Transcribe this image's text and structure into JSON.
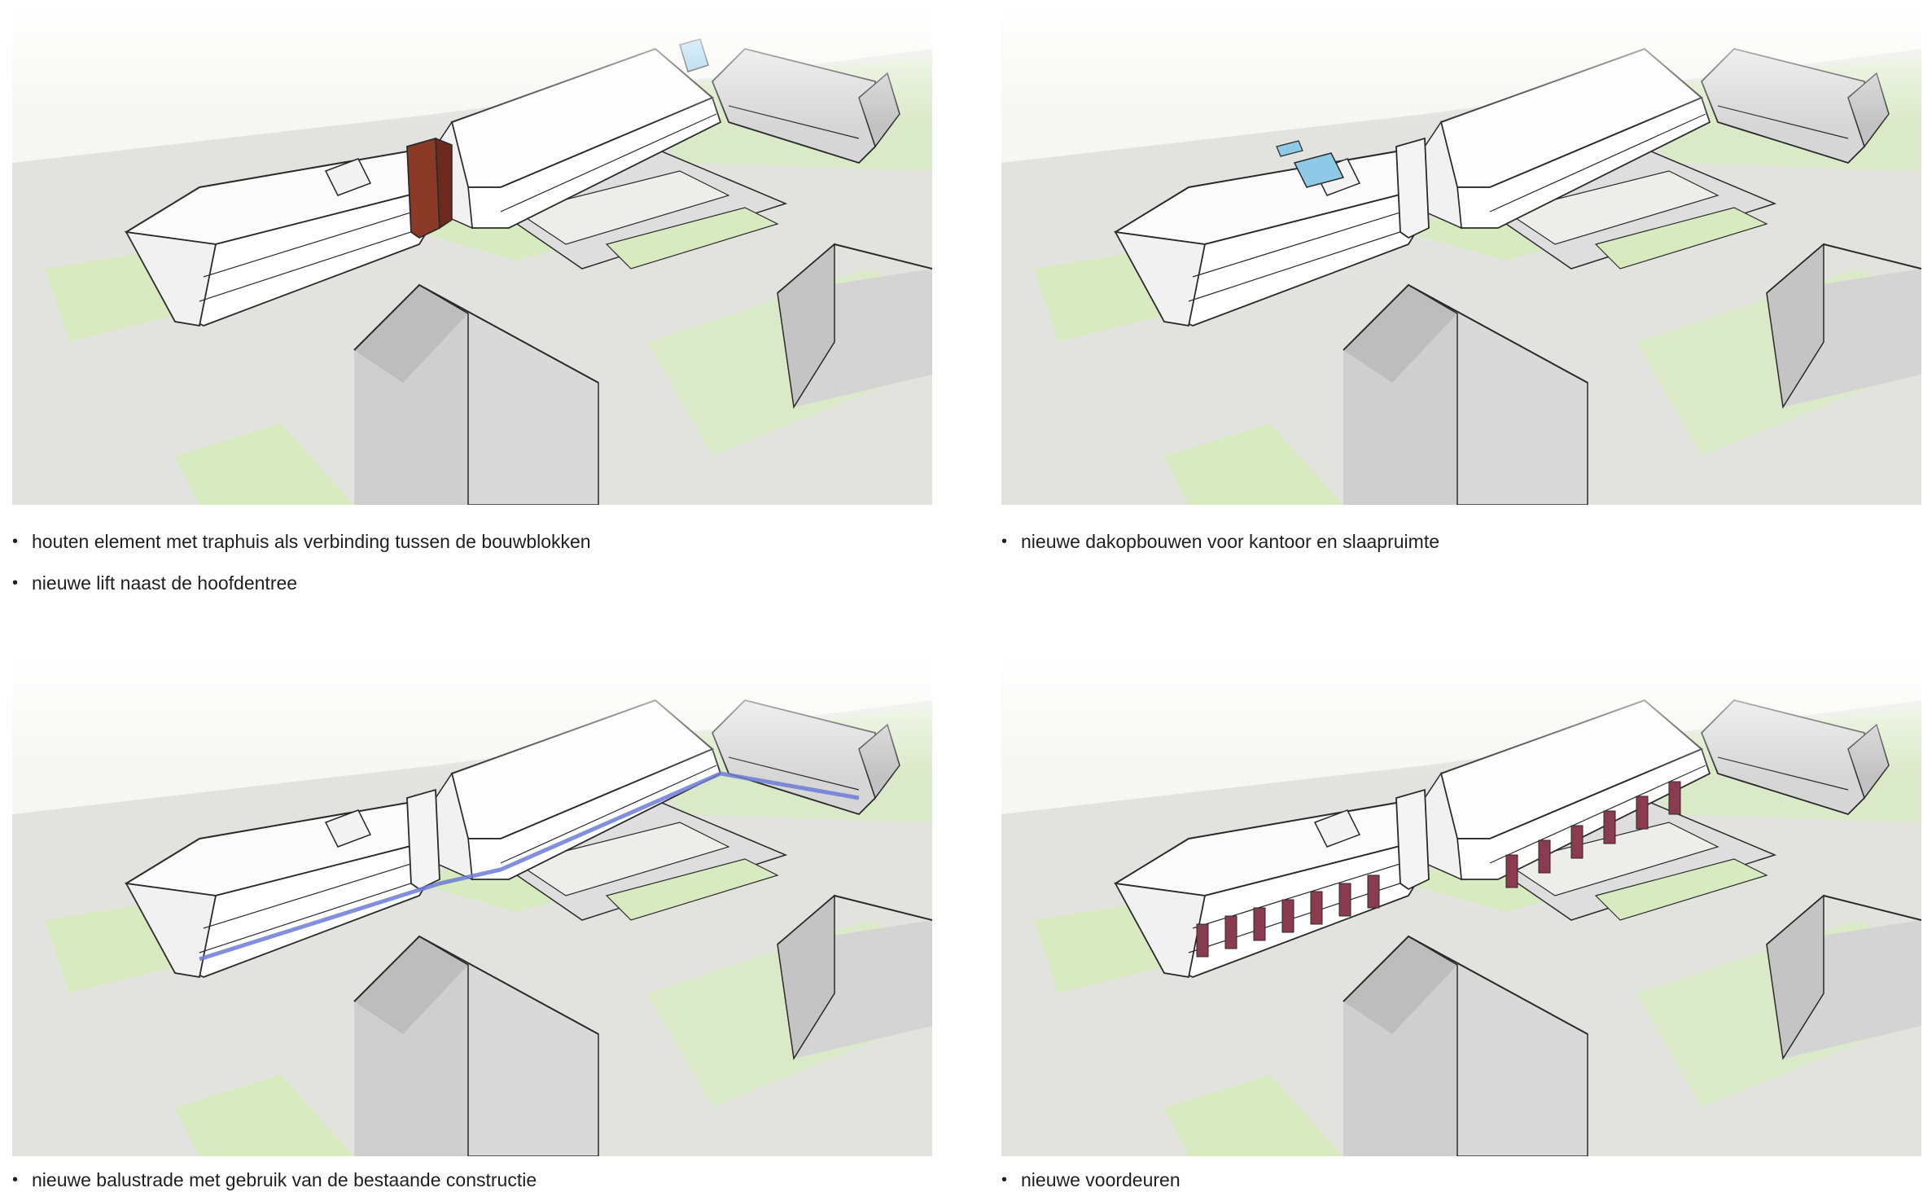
{
  "panels": [
    {
      "captions": [
        "houten element met traphuis als verbinding tussen de bouwblokken",
        "nieuwe lift naast de hoofdentree"
      ],
      "highlight": "stair-tower",
      "highlight_color": "#8b3a28",
      "accent_color": "#8ec9e8"
    },
    {
      "captions": [
        "nieuwe dakopbouwen voor kantoor en slaapruimte"
      ],
      "highlight": "dormers",
      "highlight_color": "#8ec9e8"
    },
    {
      "captions": [
        "nieuwe balustrade met gebruik van de bestaande constructie"
      ],
      "highlight": "balustrade",
      "highlight_color": "#6b7bd6"
    },
    {
      "captions": [
        "nieuwe voordeuren"
      ],
      "highlight": "doors",
      "highlight_color": "#8a3b4f"
    }
  ],
  "colors": {
    "grass": "#d8ebc0",
    "paving": "#e2e2de",
    "shadow_building": "#cfcfcf",
    "line": "#2a2a2a"
  }
}
